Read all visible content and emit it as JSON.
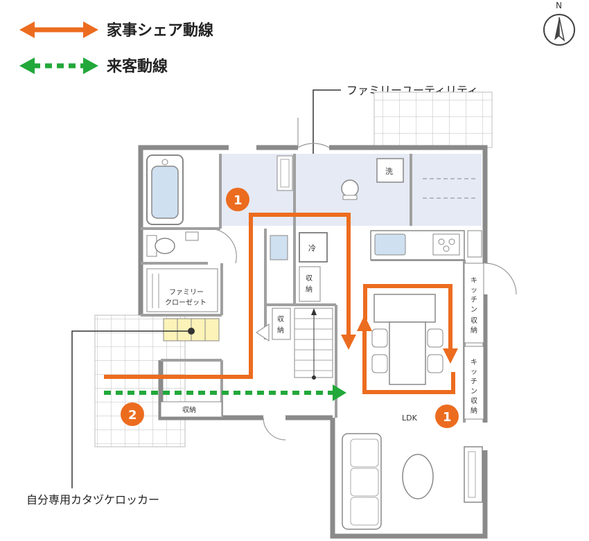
{
  "legend": {
    "housework_label": "家事シェア動線",
    "guest_label": "来客動線",
    "housework_color": "#ec6c1f",
    "guest_color": "#22a83a"
  },
  "compass": {
    "label": "N"
  },
  "callouts": {
    "utility": "ファミリーユーティリティ",
    "locker": "自分専用カタヅケロッカー"
  },
  "rooms": {
    "wash_symbol": "洗",
    "fridge_symbol": "冷",
    "family_closet_line1": "ファミリー",
    "family_closet_line2": "クローゼット",
    "storage": "収納",
    "storage_char1": "収",
    "storage_char2": "納",
    "kitchen_storage_chars": [
      "キ",
      "ッ",
      "チ",
      "ン",
      "収",
      "納"
    ],
    "ldk": "LDK"
  },
  "badges": {
    "one": "1",
    "two": "2"
  },
  "colors": {
    "wall": "#8a8a8a",
    "utility_fill": "#e6eaf5",
    "locker_fill": "#fbf3b8",
    "tile": "#cccccc"
  }
}
